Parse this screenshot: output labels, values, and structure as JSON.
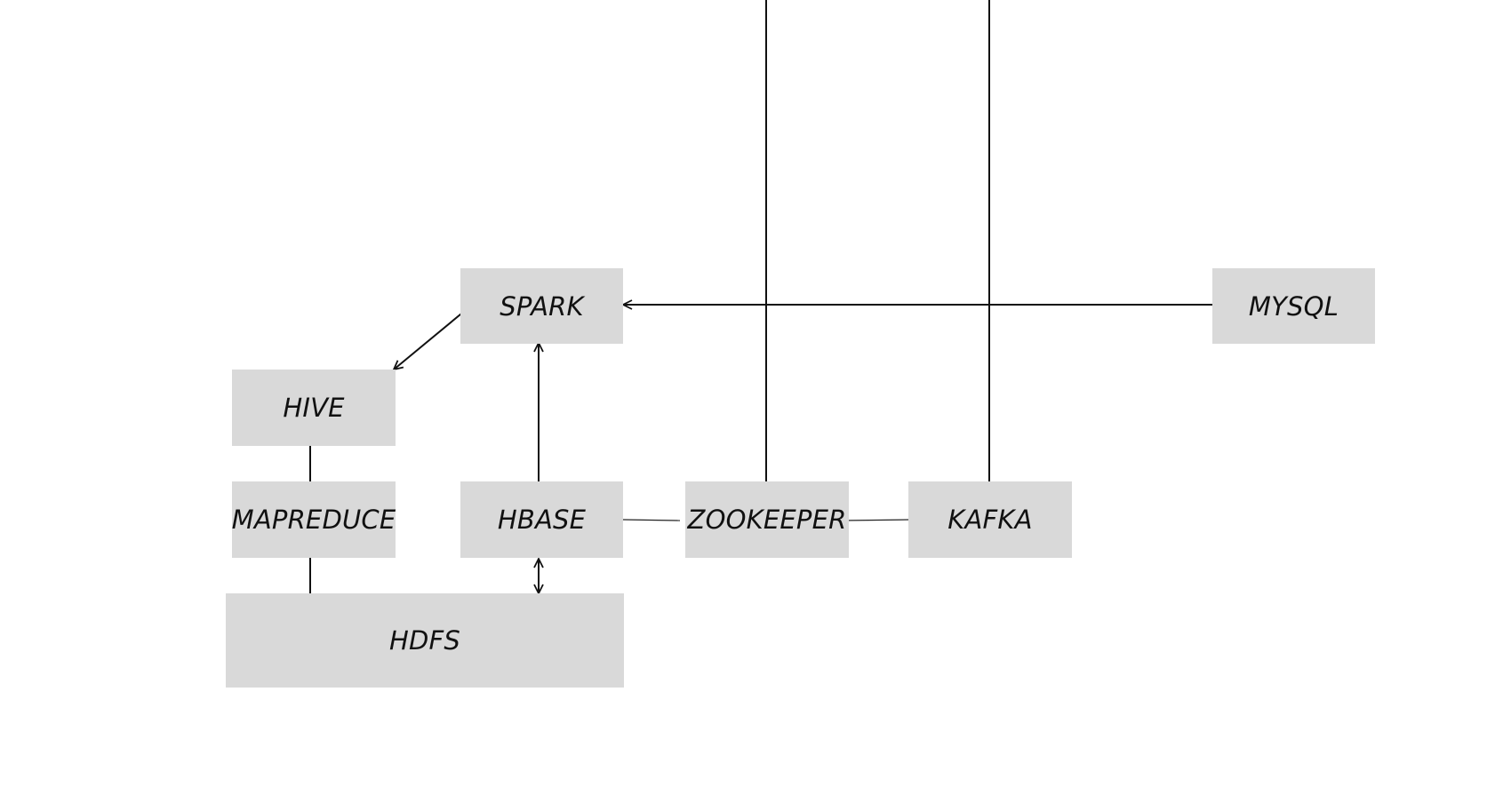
{
  "diagram": {
    "nodes": {
      "spark": "SPARK",
      "mysql": "MYSQL",
      "hive": "HIVE",
      "mapreduce": "MAPREDUCE",
      "hbase": "HBASE",
      "zookeeper": "ZOOKEEPER",
      "kafka": "KAFKA",
      "hdfs": "HDFS"
    },
    "node_color": "#d9d9d9",
    "edge_color": "#111111"
  }
}
